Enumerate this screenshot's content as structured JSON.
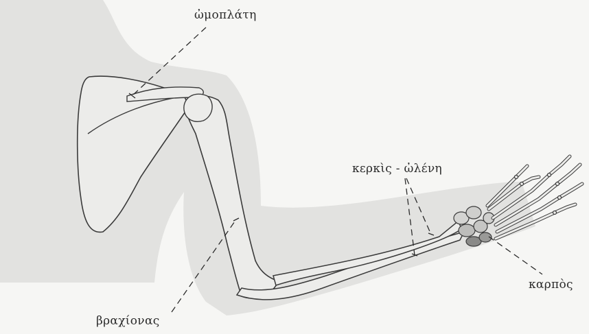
{
  "labels": {
    "scapula": "ὠμοπλάτη",
    "radius_ulna": "κερκὶς - ὠλένη",
    "carpus": "καρπὸς",
    "humerus": "βραχίονας"
  },
  "colors": {
    "background": "#f6f6f4",
    "body_silhouette": "#e2e2e0",
    "bone_fill": "#ececea",
    "outline": "#3a3a3a",
    "carpal_dark": "#8a8a88"
  }
}
